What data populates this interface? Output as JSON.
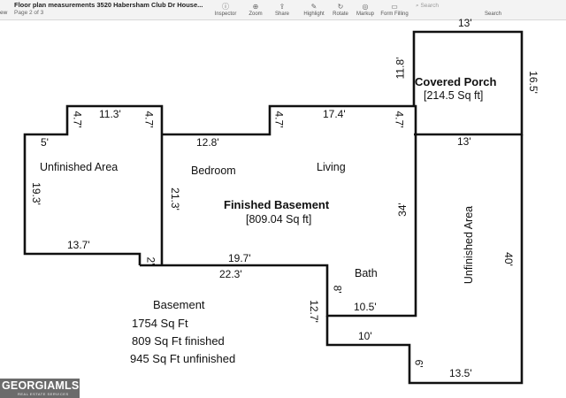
{
  "app": {
    "document_title": "Floor plan measurements 3520 Habersham Club Dr House...",
    "page_info": "Page 2 of 3",
    "left_fragment": "ew",
    "search_placeholder": "Search",
    "search_label": "Search"
  },
  "toolbar": [
    {
      "label": "Inspector",
      "icon": "info-icon",
      "glyph": "ⓘ"
    },
    {
      "label": "Zoom",
      "icon": "zoom-icon",
      "glyph": "⊕"
    },
    {
      "label": "Share",
      "icon": "share-icon",
      "glyph": "⇪"
    },
    {
      "label": "Highlight",
      "icon": "highlight-icon",
      "glyph": "✎"
    },
    {
      "label": "Rotate",
      "icon": "rotate-icon",
      "glyph": "↻"
    },
    {
      "label": "Markup",
      "icon": "markup-icon",
      "glyph": "◎"
    },
    {
      "label": "Form Filling",
      "icon": "form-icon",
      "glyph": "▭"
    }
  ],
  "rooms": {
    "unfinished_left": "Unfinished Area",
    "bedroom": "Bedroom",
    "living": "Living",
    "finished_basement": "Finished Basement",
    "finished_area": "[809.04 Sq ft]",
    "bath": "Bath",
    "covered_porch": "Covered Porch",
    "porch_area": "[214.5 Sq ft]",
    "unfinished_right": "Unfinished Area"
  },
  "dimensions": {
    "porch_top": "13'",
    "porch_left": "11.8'",
    "porch_right": "16.5'",
    "left_notch_top": "11.3'",
    "left_notch_left": "4.7'",
    "left_notch_right": "4.7'",
    "left_top": "5'",
    "left_side": "19.3'",
    "left_bottom": "13.7'",
    "small_step": "2'",
    "bedroom_top": "12.8'",
    "bedroom_side": "21.3'",
    "mid_notch_left": "4.7'",
    "mid_top": "17.4'",
    "mid_notch_right": "4.7'",
    "porch_bottom": "13'",
    "living_right": "34'",
    "basement_bottom_inner": "19.7'",
    "basement_bottom_outer": "22.3'",
    "bath_side": "8'",
    "bath_bottom": "10.5'",
    "stair_drop": "12.7'",
    "lower_ten": "10'",
    "lower_six": "6'",
    "right_bottom": "13.5'",
    "right_long": "40'"
  },
  "notes": {
    "heading": "Basement",
    "total": "1754 Sq Ft",
    "finished": "809 Sq Ft finished",
    "unfinished": "945 Sq Ft unfinished"
  },
  "logo": {
    "text": "GEORGIAMLS",
    "subtitle": "REAL ESTATE SERVICES"
  }
}
